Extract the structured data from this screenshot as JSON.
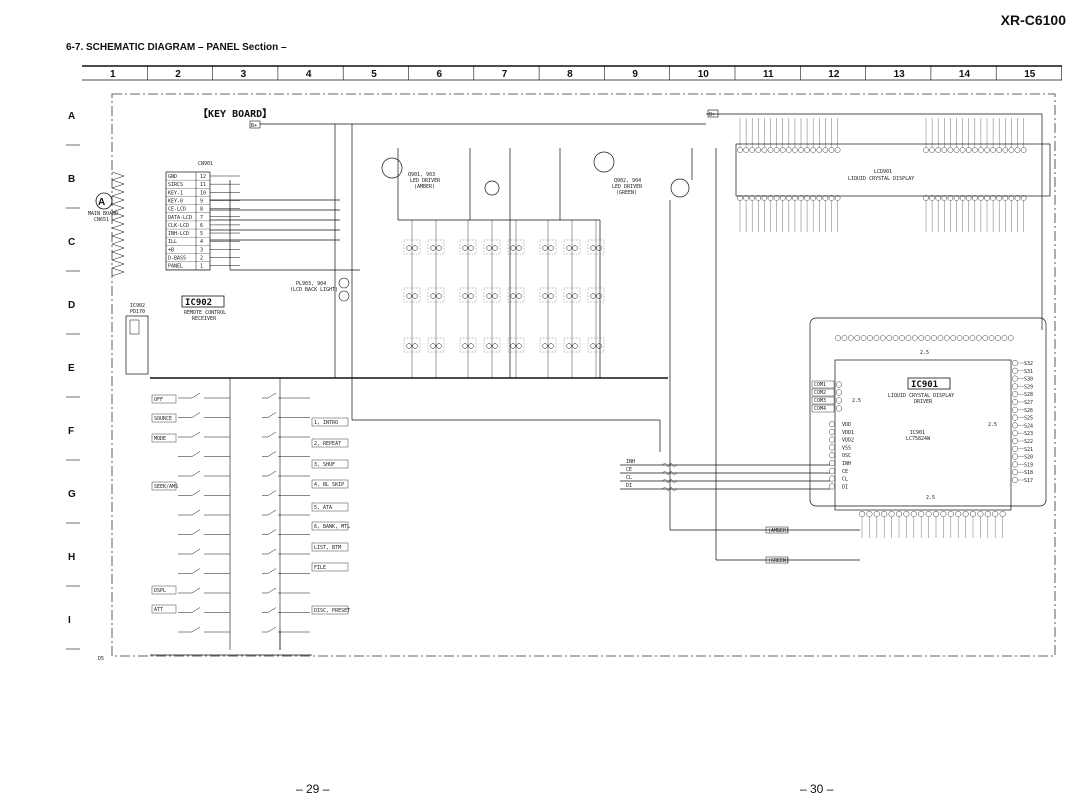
{
  "header": {
    "model": "XR-C6100",
    "section_title": "6-7.   SCHEMATIC  DIAGRAM  – PANEL Section –"
  },
  "grid": {
    "columns": [
      "1",
      "2",
      "3",
      "4",
      "5",
      "6",
      "7",
      "8",
      "9",
      "10",
      "11",
      "12",
      "13",
      "14",
      "15"
    ],
    "rows": [
      "A",
      "B",
      "C",
      "D",
      "E",
      "F",
      "G",
      "H",
      "I"
    ]
  },
  "board": {
    "title": "【KEY BOARD】",
    "b_plus": "B+",
    "corner_label": "D5"
  },
  "main_board": {
    "marker": "A",
    "label1": "MAIN BOARD",
    "label2": "CN651",
    "connector": "CN901",
    "pins": [
      {
        "name": "GND",
        "num": "12"
      },
      {
        "name": "SIRCS",
        "num": "11"
      },
      {
        "name": "KEY-1",
        "num": "10"
      },
      {
        "name": "KEY-0",
        "num": "9"
      },
      {
        "name": "CE-LCD",
        "num": "8"
      },
      {
        "name": "DATA-LCD",
        "num": "7"
      },
      {
        "name": "CLK-LCD",
        "num": "6"
      },
      {
        "name": "INH-LCD",
        "num": "5"
      },
      {
        "name": "ILL",
        "num": "4"
      },
      {
        "name": "+B",
        "num": "3"
      },
      {
        "name": "D-BASS",
        "num": "2"
      },
      {
        "name": "PANEL",
        "num": "1"
      }
    ]
  },
  "ic902": {
    "name": "IC902",
    "desc1": "REMOTE CONTROL",
    "desc2": "RECEIVER",
    "ref": "IC902",
    "part": "PD170"
  },
  "ic901": {
    "name": "IC901",
    "desc1": "LIQUID CRYSTAL DISPLAY",
    "desc2": "DRIVER",
    "ref": "IC901",
    "part": "LC75824W",
    "voltage": "2.5",
    "com_pins": [
      "COM1",
      "COM2",
      "COM3",
      "COM4"
    ],
    "left_pins": [
      "VDD",
      "VDD1",
      "VDD2",
      "VSS",
      "OSC",
      "INH",
      "CE",
      "CL",
      "DI"
    ],
    "right_pins": [
      "S32",
      "S31",
      "S30",
      "S29",
      "S28",
      "S27",
      "S26",
      "S25",
      "S24",
      "S23",
      "S22",
      "S21",
      "S20",
      "S19",
      "S18",
      "S17"
    ]
  },
  "lcd": {
    "ref": "LCD901",
    "desc": "LIQUID CRYSTAL DISPLAY"
  },
  "transistors": [
    {
      "ref": "Q901, 903",
      "desc1": "LED DRIVER",
      "desc2": "(AMBER)"
    },
    {
      "ref": "Q902, 904",
      "desc1": "LED DRIVER",
      "desc2": "(GREEN)"
    }
  ],
  "lamps": {
    "ref": "PL903, 904",
    "desc": "(LCD BACK LIGHT)"
  },
  "keys": [
    "OFF",
    "SOURCE",
    "MODE",
    "SEEK/AMS",
    "DSPL",
    "ATT"
  ],
  "functions": [
    "1, INTRO",
    "2, REPEAT",
    "3, SHUF",
    "4, BL SKIP",
    "5, ATA",
    "6, BANK, MTL",
    "LIST, BTM",
    "FILE",
    "DISC, PRESET"
  ],
  "signals": [
    "INH",
    "CE",
    "CL",
    "DI"
  ],
  "bottom_lines": [
    "(AMBER)",
    "(GREEN)"
  ],
  "page_left": "– 29 –",
  "page_right": "– 30 –"
}
